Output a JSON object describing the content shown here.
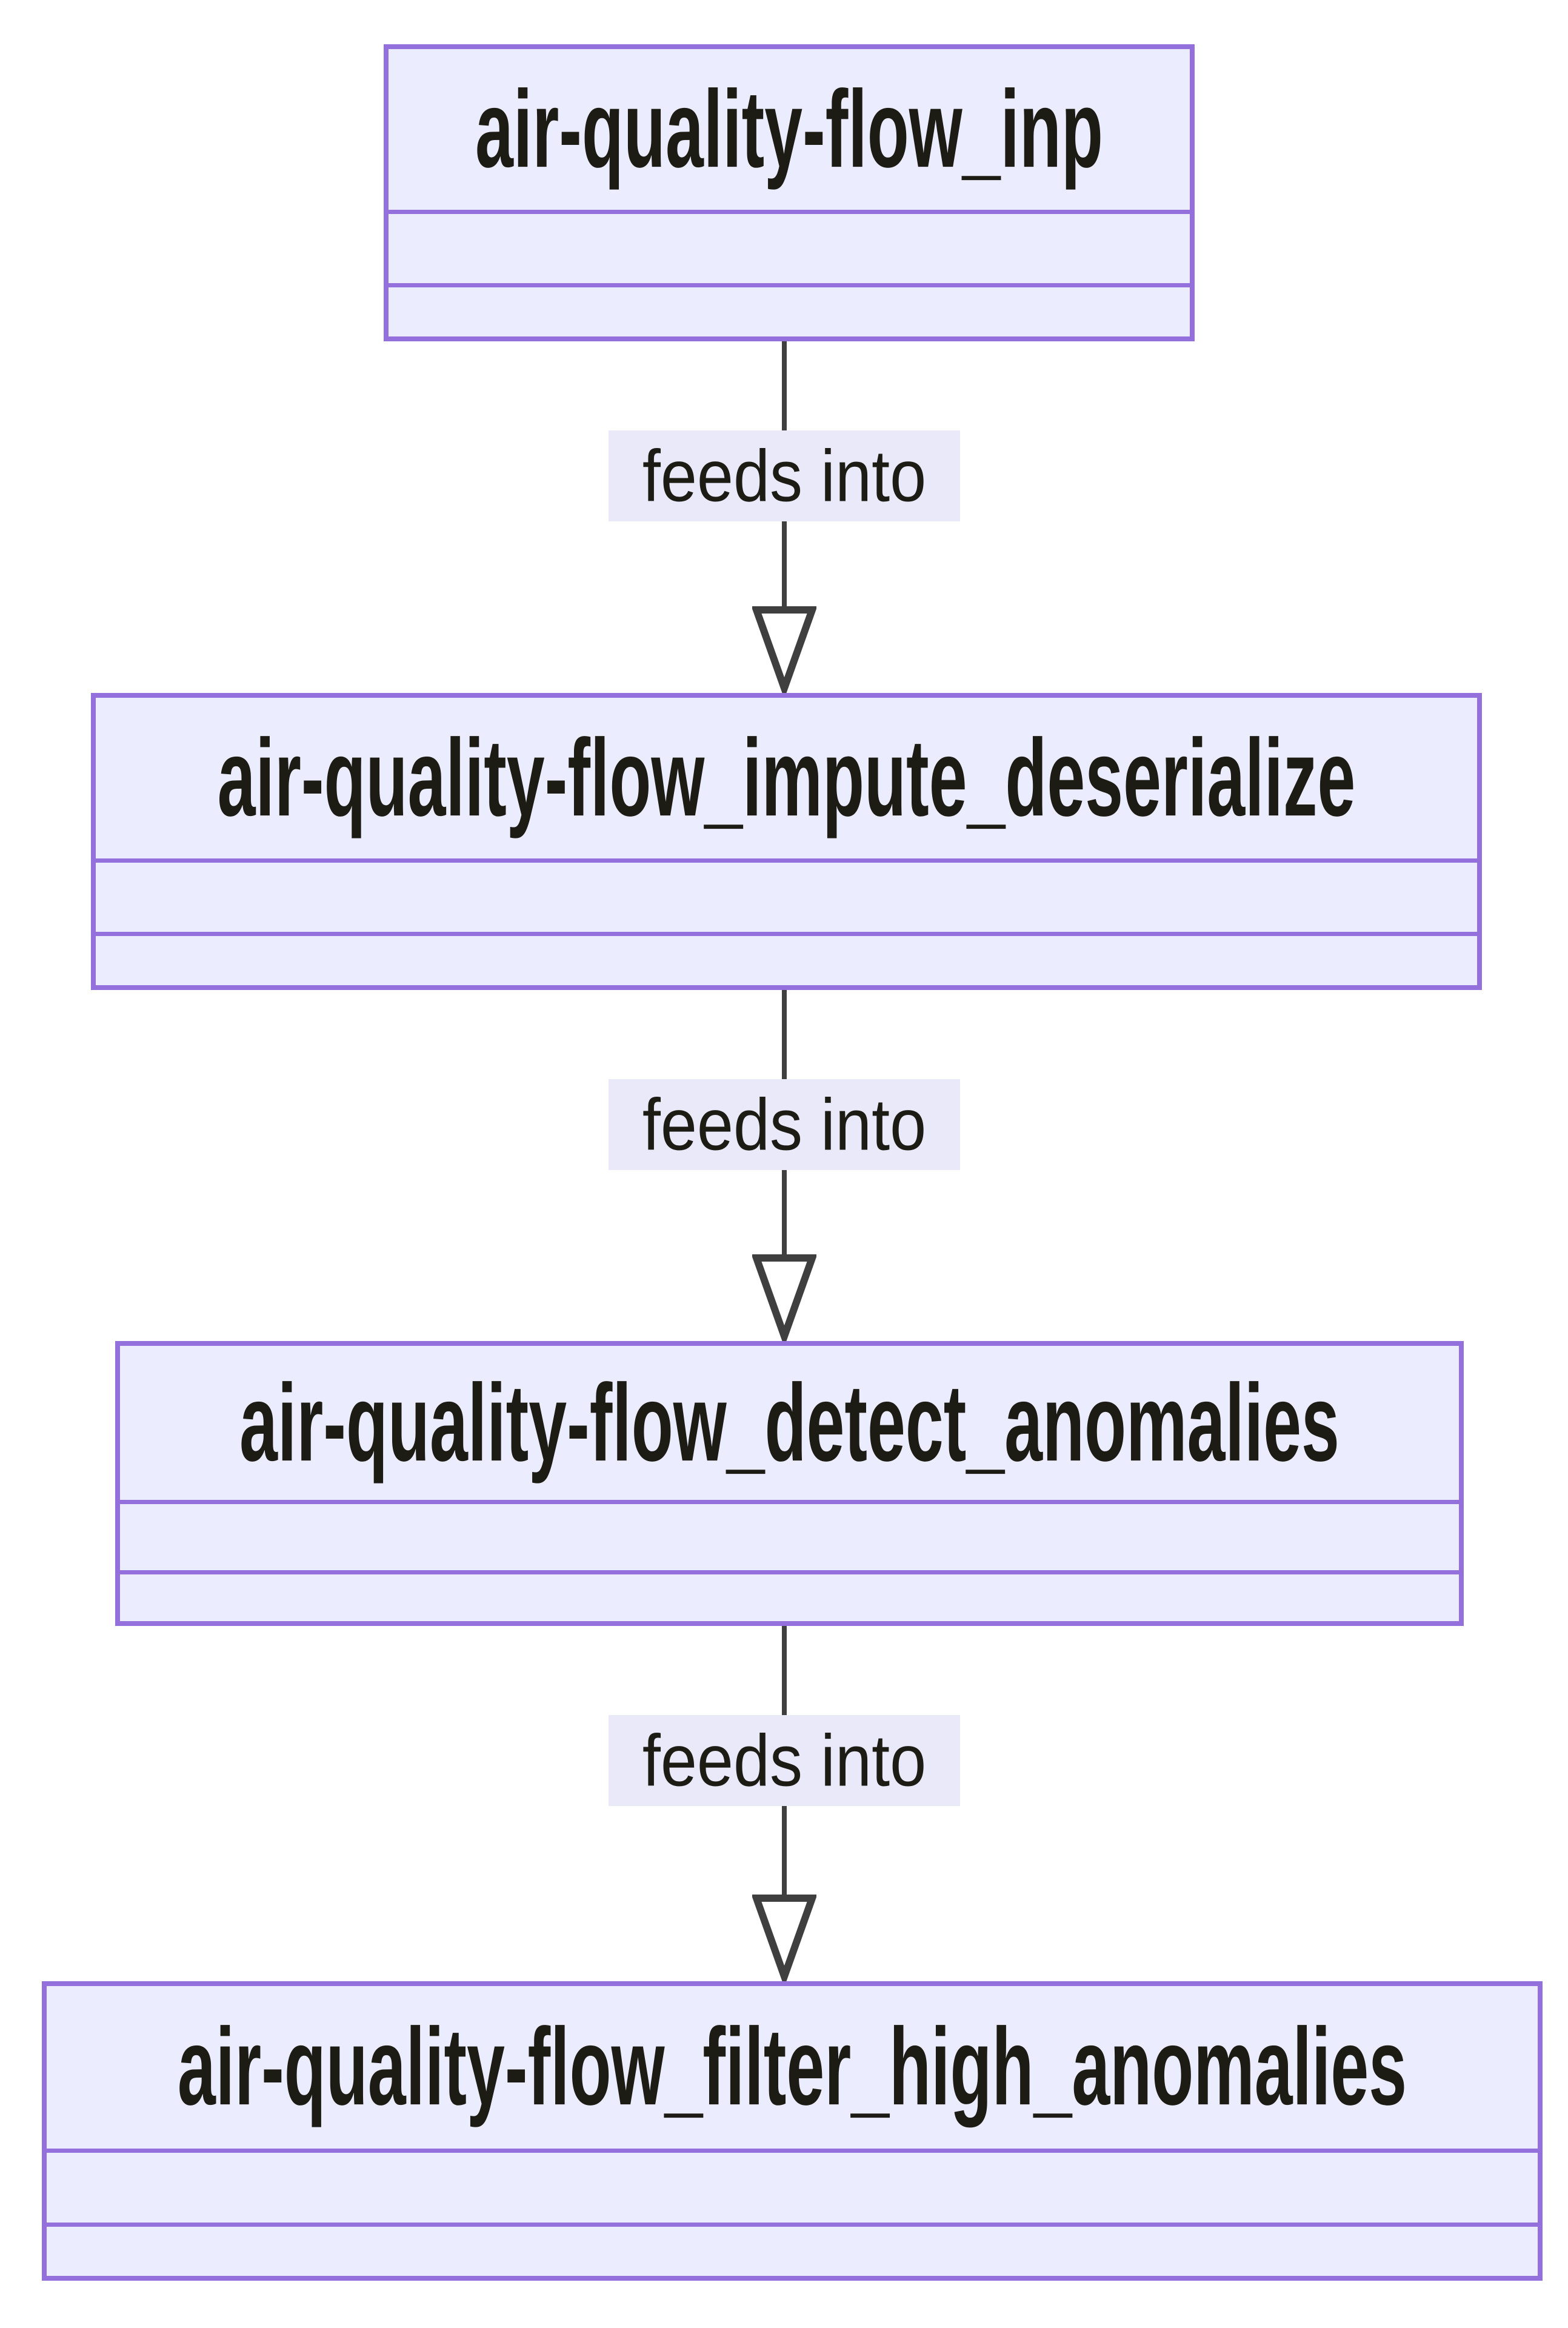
{
  "diagram": {
    "type": "flow-class-diagram",
    "background": "#FFFFFF",
    "nodes": [
      {
        "id": "air-quality-flow_inp",
        "title": "air-quality-flow_inp"
      },
      {
        "id": "air-quality-flow_impute_deserialize",
        "title": "air-quality-flow_impute_deserialize"
      },
      {
        "id": "air-quality-flow_detect_anomalies",
        "title": "air-quality-flow_detect_anomalies"
      },
      {
        "id": "air-quality-flow_filter_high_anomalies",
        "title": "air-quality-flow_filter_high_anomalies"
      }
    ],
    "edges": [
      {
        "from": "air-quality-flow_inp",
        "to": "air-quality-flow_impute_deserialize",
        "label": "feeds into"
      },
      {
        "from": "air-quality-flow_impute_deserialize",
        "to": "air-quality-flow_detect_anomalies",
        "label": "feeds into"
      },
      {
        "from": "air-quality-flow_detect_anomalies",
        "to": "air-quality-flow_filter_high_anomalies",
        "label": "feeds into"
      }
    ],
    "icons": {
      "arrowhead": "hollow-triangle-down"
    },
    "colors": {
      "node_fill": "#ECECFF",
      "node_border": "#9370DB",
      "edge_line": "#3F3F3F",
      "edge_label_bg": "#E9E9F9",
      "text": "#1C1C14",
      "arrowhead_fill": "#FFFFFF"
    }
  }
}
